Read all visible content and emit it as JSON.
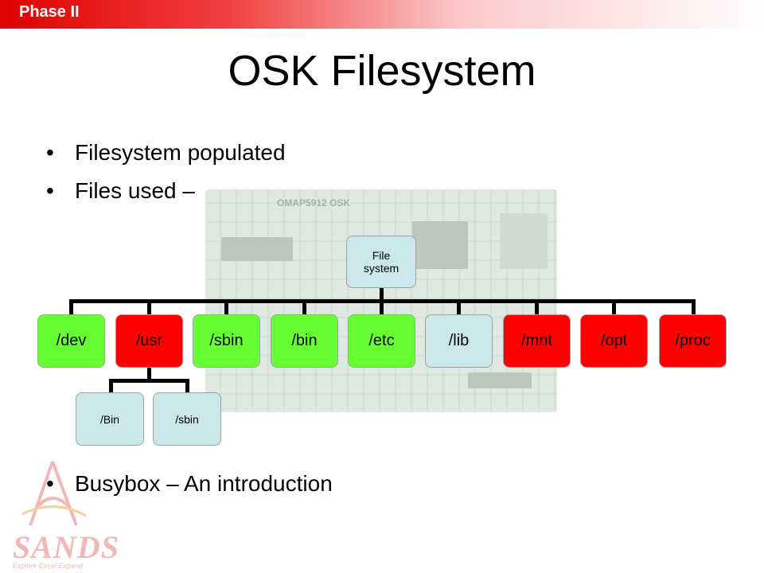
{
  "header": {
    "phase": "Phase II"
  },
  "title": "OSK Filesystem",
  "bullets": [
    "Filesystem populated",
    "Files used –",
    "Busybox – An introduction"
  ],
  "bullet_glyph": "•",
  "board": {
    "label": "OMAP5912 OSK"
  },
  "tree": {
    "root": {
      "label_line1": "File",
      "label_line2": "system"
    },
    "children": [
      {
        "label": "/dev",
        "color": "#66ff33"
      },
      {
        "label": "/usr",
        "color": "#ff0000"
      },
      {
        "label": "/sbin",
        "color": "#66ff33"
      },
      {
        "label": "/bin",
        "color": "#66ff33"
      },
      {
        "label": "/etc",
        "color": "#66ff33"
      },
      {
        "label": "/lib",
        "color": "#cce7ec"
      },
      {
        "label": "/mnt",
        "color": "#ff0000"
      },
      {
        "label": "/opt",
        "color": "#ff0000"
      },
      {
        "label": "/proc",
        "color": "#ff0000"
      }
    ],
    "usr_children": [
      {
        "label": "/Bin",
        "color": "#cce7ec"
      },
      {
        "label": "/sbin",
        "color": "#cce7ec"
      }
    ]
  },
  "logo": {
    "name": "SANDS",
    "tagline": "Explore Excel Expand"
  }
}
